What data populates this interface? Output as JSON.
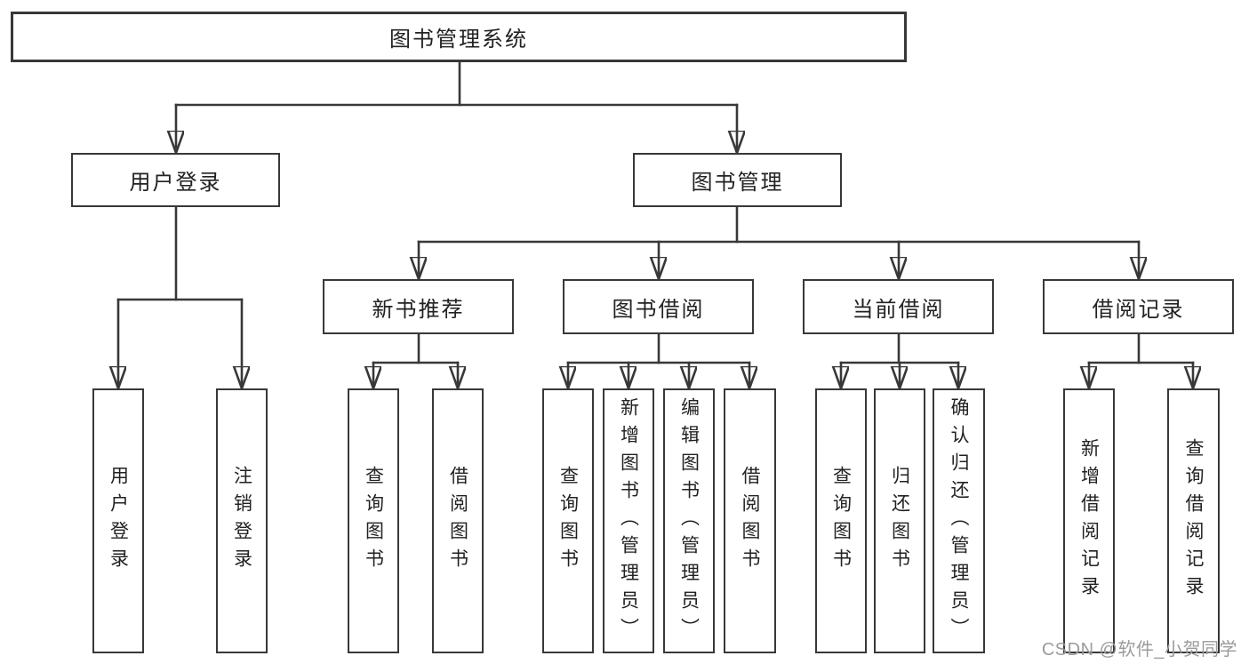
{
  "colors": {
    "line": "#383838",
    "box_border": "#383838",
    "box_fill": "#ffffff",
    "label_text": "#222222",
    "watermark_text": "#9b9b9b",
    "background": "#ffffff"
  },
  "diagram": {
    "root": {
      "label": "图书管理系统"
    },
    "branches": [
      {
        "label": "用户登录",
        "children": [
          {
            "label": "用户登录"
          },
          {
            "label": "注销登录"
          }
        ]
      },
      {
        "label": "图书管理",
        "sections": [
          {
            "label": "新书推荐",
            "children": [
              {
                "label": "查询图书"
              },
              {
                "label": "借阅图书"
              }
            ]
          },
          {
            "label": "图书借阅",
            "children": [
              {
                "label": "查询图书"
              },
              {
                "label": "新增图书（管理员）"
              },
              {
                "label": "编辑图书（管理员）"
              },
              {
                "label": "借阅图书"
              }
            ]
          },
          {
            "label": "当前借阅",
            "children": [
              {
                "label": "查询图书"
              },
              {
                "label": "归还图书"
              },
              {
                "label": "确认归还（管理员）"
              }
            ]
          },
          {
            "label": "借阅记录",
            "children": [
              {
                "label": "新增借阅记录"
              },
              {
                "label": "查询借阅记录"
              }
            ]
          }
        ]
      }
    ]
  },
  "watermark": {
    "text": "CSDN @软件_小贺同学"
  }
}
